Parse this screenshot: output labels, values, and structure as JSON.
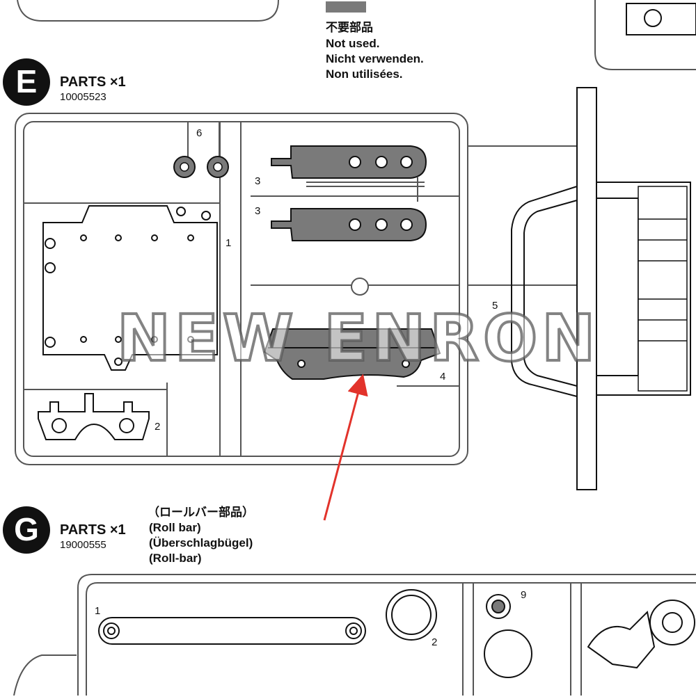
{
  "legend": {
    "jp": "不要部品",
    "en": "Not used.",
    "de": "Nicht verwenden.",
    "fr": "Non utilisées.",
    "swatch_color": "#7a7a7a"
  },
  "parts_e": {
    "letter": "E",
    "label": "PARTS ×1",
    "code": "10005523",
    "numbers": [
      "6",
      "3",
      "3",
      "1",
      "5",
      "4",
      "2"
    ]
  },
  "parts_g": {
    "letter": "G",
    "label": "PARTS ×1",
    "code": "19000555",
    "notes": [
      "（ロールバー部品）",
      "(Roll bar)",
      "(Überschlagbügel)",
      "(Roll-bar)"
    ],
    "numbers": [
      "1",
      "2",
      "9"
    ]
  },
  "watermark": "NEW ENRON",
  "colors": {
    "line": "#111111",
    "sprue": "#555555",
    "part_gray": "#6e6e6e",
    "arrow": "#e2332b"
  }
}
